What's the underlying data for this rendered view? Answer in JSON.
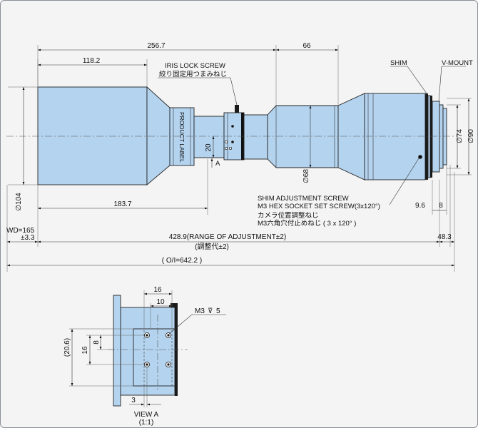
{
  "dims": {
    "d256": "256.7",
    "d66": "66",
    "d118": "118.2",
    "d183": "183.7",
    "d20": "20",
    "d104": "∅104",
    "d68": "∅68",
    "d74": "∅74",
    "d90": "∅90",
    "d96": "9.6",
    "d8": "8",
    "wd": "WD=165",
    "wdtol": "±3.3",
    "range": "428.9(RANGE OF ADJUSTMENT±2)",
    "range_jp": "(調整代±2)",
    "d483": "48.3",
    "oi": "( O/I=642.2 )"
  },
  "labels": {
    "iris_en": "IRIS LOCK SCREW",
    "iris_jp": "絞り固定用つまみねじ",
    "product": "PRODUCT LABEL",
    "shim": "SHIM",
    "vmount": "V-MOUNT",
    "shim_adj1": "SHIM ADJUSTMENT SCREW",
    "shim_adj2": "M3 HEX SOCKET SET SCREW(3x120°)",
    "shim_adj3": "カメラ位置調整ねじ",
    "shim_adj4": "M3六角穴付止めねじ ( 3 x 120° )",
    "arrow_a": "A"
  },
  "view": {
    "d16top": "16",
    "d10": "10",
    "m3": "M3",
    "m3depth": "5",
    "d206": "(20.6)",
    "d16side": "16",
    "d8side": "8",
    "d3": "3",
    "title": "VIEW A",
    "scale": "(1:1)"
  }
}
